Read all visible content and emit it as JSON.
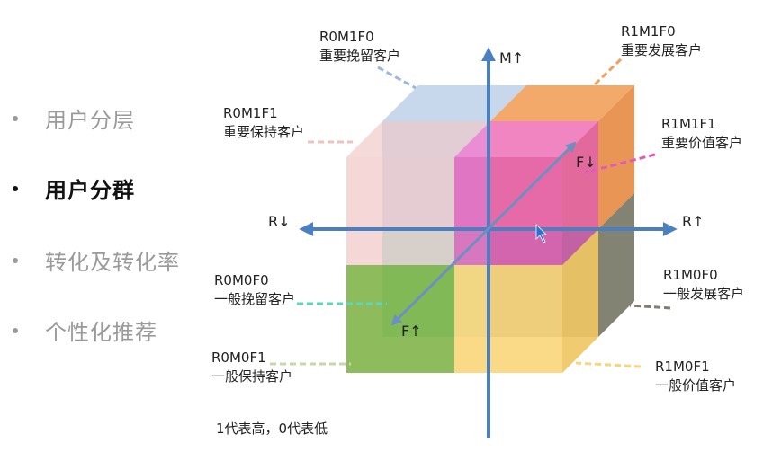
{
  "nav": {
    "items": [
      {
        "label": "用户分层",
        "active": false
      },
      {
        "label": "用户分群",
        "active": true
      },
      {
        "label": "转化及转化率",
        "active": false
      },
      {
        "label": "个性化推荐",
        "active": false
      }
    ]
  },
  "axes": {
    "m_up": "M↑",
    "r_right": "R↑",
    "r_left": "R↓",
    "f_back": "F↓",
    "f_front": "F↑"
  },
  "segments": [
    {
      "code": "R0M1F0",
      "name": "重要挽留客户",
      "color": "#9bb8dc"
    },
    {
      "code": "R1M1F0",
      "name": "重要发展客户",
      "color": "#f2a05a"
    },
    {
      "code": "R0M1F1",
      "name": "重要保持客户",
      "color": "#efc2c2"
    },
    {
      "code": "R1M1F1",
      "name": "重要价值客户",
      "color": "#e25ab8"
    },
    {
      "code": "R0M0F0",
      "name": "一般挽留客户",
      "color": "#5ed6ba"
    },
    {
      "code": "R1M0F0",
      "name": "一般发展客户",
      "color": "#7f7f6a"
    },
    {
      "code": "R0M0F1",
      "name": "一般保持客户",
      "color": "#7ab040"
    },
    {
      "code": "R1M0F1",
      "name": "一般价值客户",
      "color": "#f9d57a"
    }
  ],
  "legend_note": "1代表高，0代表低",
  "colors": {
    "axis": "#4a7fc1"
  }
}
